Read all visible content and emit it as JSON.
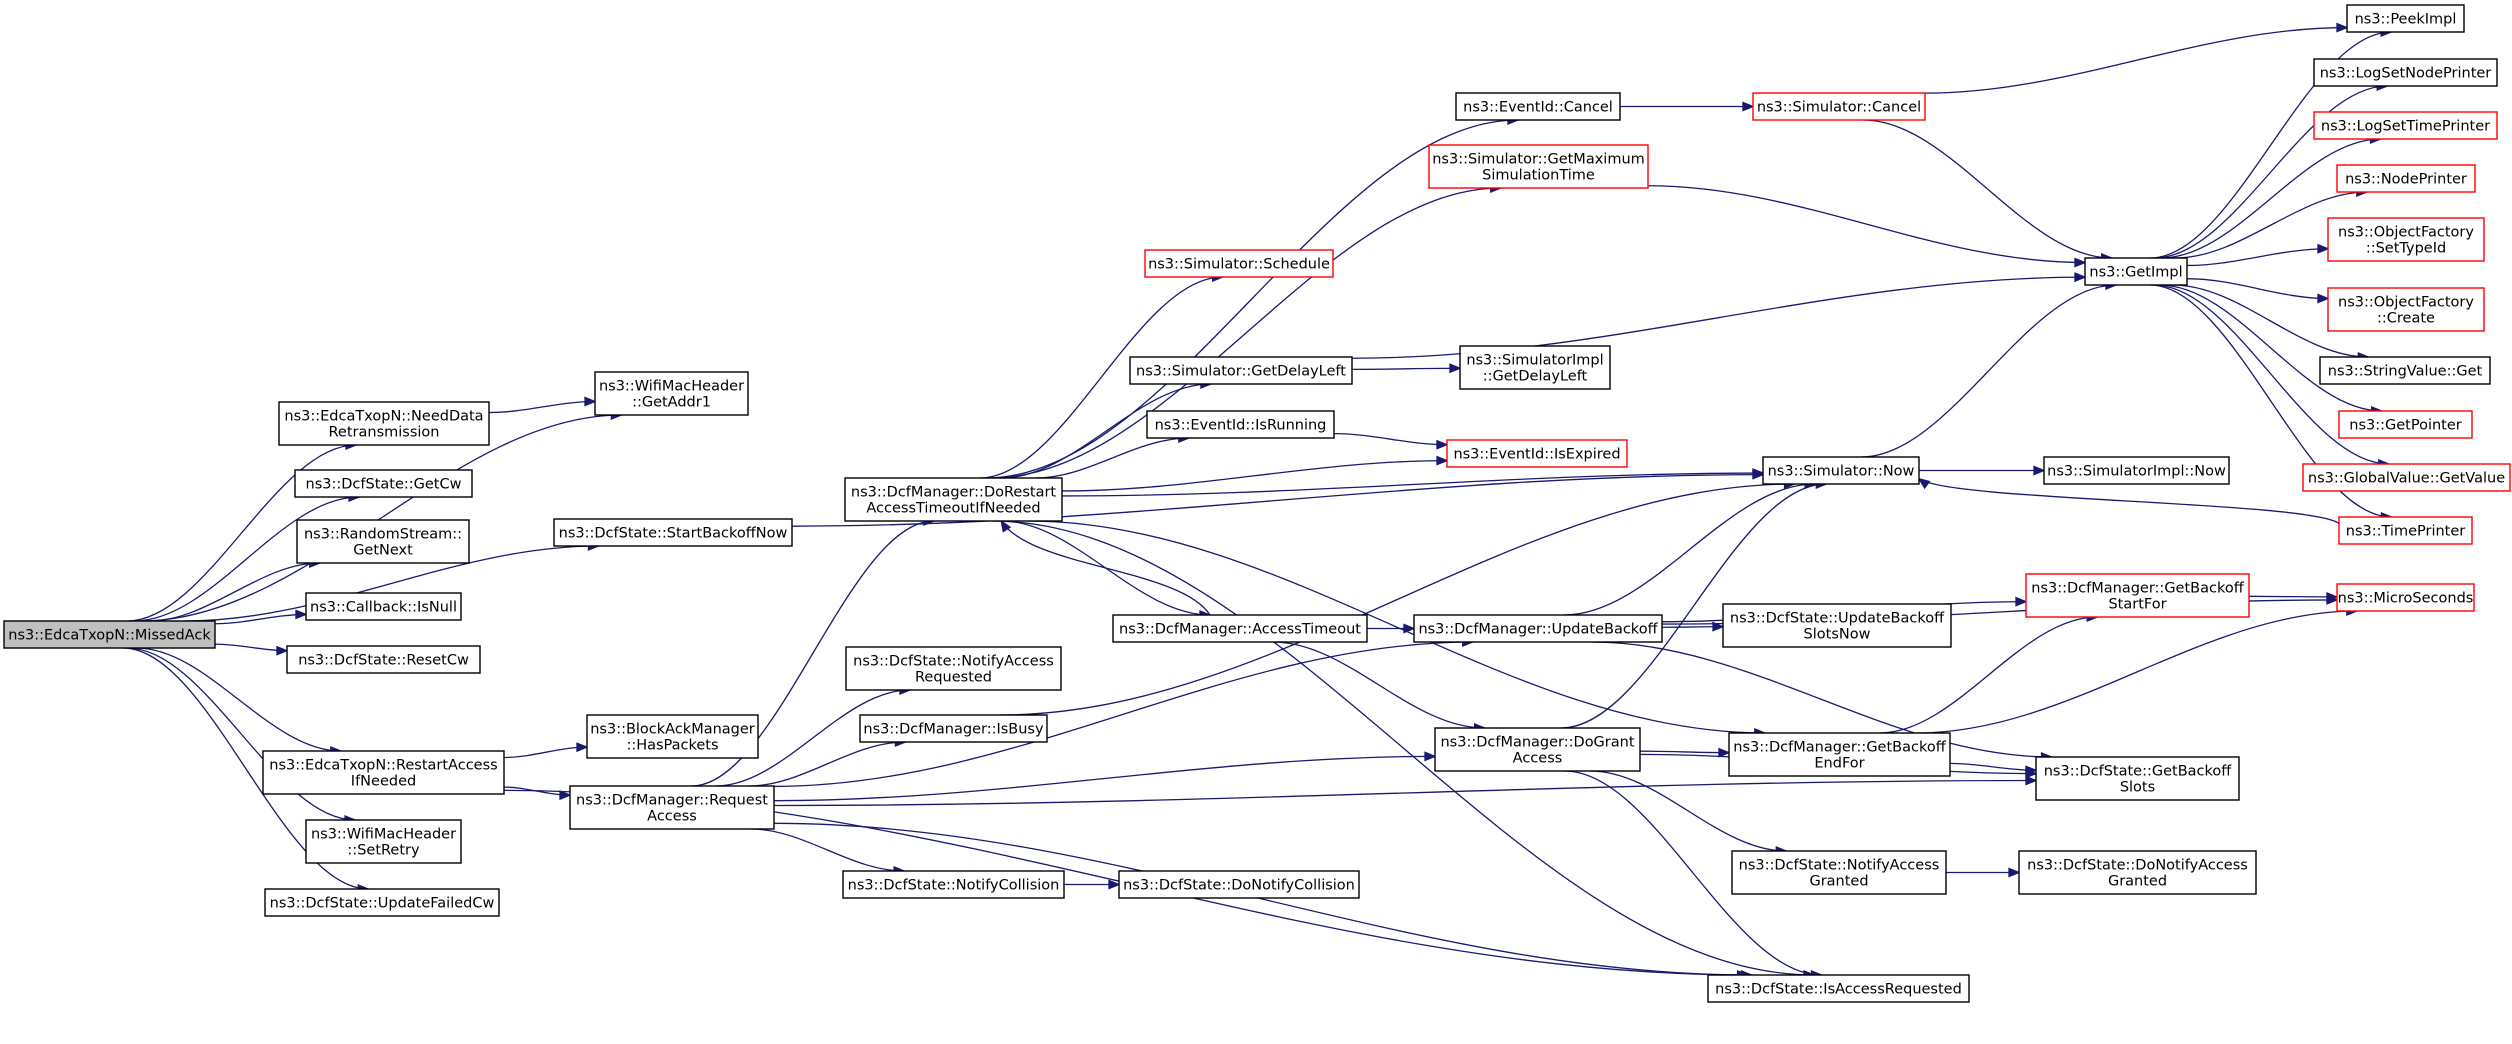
{
  "colors": {
    "edge": "#191970",
    "border_normal": "#000000",
    "border_truncated": "#ff0000",
    "focus_fill": "#bfbfbf",
    "fill": "#ffffff"
  },
  "nodes": [
    {
      "id": "missedack",
      "lines": [
        "ns3::EdcaTxopN::MissedAck"
      ],
      "style": "focus"
    },
    {
      "id": "needdataretx",
      "lines": [
        "ns3::EdcaTxopN::NeedData",
        "Retransmission"
      ],
      "style": "normal"
    },
    {
      "id": "wifiaddr1",
      "lines": [
        "ns3::WifiMacHeader",
        "::GetAddr1"
      ],
      "style": "normal"
    },
    {
      "id": "dcfgetcw",
      "lines": [
        "ns3::DcfState::GetCw"
      ],
      "style": "normal"
    },
    {
      "id": "randomnext",
      "lines": [
        "ns3::RandomStream::",
        "GetNext"
      ],
      "style": "normal"
    },
    {
      "id": "callbacknull",
      "lines": [
        "ns3::Callback::IsNull"
      ],
      "style": "normal"
    },
    {
      "id": "resetcw",
      "lines": [
        "ns3::DcfState::ResetCw"
      ],
      "style": "normal"
    },
    {
      "id": "restartaccess",
      "lines": [
        "ns3::EdcaTxopN::RestartAccess",
        "IfNeeded"
      ],
      "style": "normal"
    },
    {
      "id": "setretry",
      "lines": [
        "ns3::WifiMacHeader",
        "::SetRetry"
      ],
      "style": "normal"
    },
    {
      "id": "updatefailedcw",
      "lines": [
        "ns3::DcfState::UpdateFailedCw"
      ],
      "style": "normal"
    },
    {
      "id": "startbackoff",
      "lines": [
        "ns3::DcfState::StartBackoffNow"
      ],
      "style": "normal"
    },
    {
      "id": "bahaspackets",
      "lines": [
        "ns3::BlockAckManager",
        "::HasPackets"
      ],
      "style": "normal"
    },
    {
      "id": "requestaccess",
      "lines": [
        "ns3::DcfManager::Request",
        "Access"
      ],
      "style": "normal"
    },
    {
      "id": "dorestart",
      "lines": [
        "ns3::DcfManager::DoRestart",
        "AccessTimeoutIfNeeded"
      ],
      "style": "normal"
    },
    {
      "id": "notifyaccreq",
      "lines": [
        "ns3::DcfState::NotifyAccess",
        "Requested"
      ],
      "style": "normal"
    },
    {
      "id": "isbusy",
      "lines": [
        "ns3::DcfManager::IsBusy"
      ],
      "style": "normal"
    },
    {
      "id": "notifycoll",
      "lines": [
        "ns3::DcfState::NotifyCollision"
      ],
      "style": "normal"
    },
    {
      "id": "donotifycoll",
      "lines": [
        "ns3::DcfState::DoNotifyCollision"
      ],
      "style": "normal"
    },
    {
      "id": "eventcancel",
      "lines": [
        "ns3::EventId::Cancel"
      ],
      "style": "normal"
    },
    {
      "id": "simcancel",
      "lines": [
        "ns3::Simulator::Cancel"
      ],
      "style": "truncated"
    },
    {
      "id": "simmaxtime",
      "lines": [
        "ns3::Simulator::GetMaximum",
        "SimulationTime"
      ],
      "style": "truncated"
    },
    {
      "id": "simschedule",
      "lines": [
        "ns3::Simulator::Schedule"
      ],
      "style": "truncated"
    },
    {
      "id": "simdelayleft",
      "lines": [
        "ns3::Simulator::GetDelayLeft"
      ],
      "style": "normal"
    },
    {
      "id": "implgetdelay",
      "lines": [
        "ns3::SimulatorImpl",
        "::GetDelayLeft"
      ],
      "style": "normal"
    },
    {
      "id": "eventisrunning",
      "lines": [
        "ns3::EventId::IsRunning"
      ],
      "style": "normal"
    },
    {
      "id": "eventisexpired",
      "lines": [
        "ns3::EventId::IsExpired"
      ],
      "style": "truncated"
    },
    {
      "id": "simnow",
      "lines": [
        "ns3::Simulator::Now"
      ],
      "style": "normal"
    },
    {
      "id": "implnow",
      "lines": [
        "ns3::SimulatorImpl::Now"
      ],
      "style": "normal"
    },
    {
      "id": "accesstimeout",
      "lines": [
        "ns3::DcfManager::AccessTimeout"
      ],
      "style": "normal"
    },
    {
      "id": "updatebackoff",
      "lines": [
        "ns3::DcfManager::UpdateBackoff"
      ],
      "style": "normal"
    },
    {
      "id": "updbackoffslots",
      "lines": [
        "ns3::DcfState::UpdateBackoff",
        "SlotsNow"
      ],
      "style": "normal"
    },
    {
      "id": "dogrant",
      "lines": [
        "ns3::DcfManager::DoGrant",
        "Access"
      ],
      "style": "normal"
    },
    {
      "id": "backoffendfor",
      "lines": [
        "ns3::DcfManager::GetBackoff",
        "EndFor"
      ],
      "style": "normal"
    },
    {
      "id": "backoffstartfor",
      "lines": [
        "ns3::DcfManager::GetBackoff",
        "StartFor"
      ],
      "style": "truncated"
    },
    {
      "id": "getbackoffslots",
      "lines": [
        "ns3::DcfState::GetBackoff",
        "Slots"
      ],
      "style": "normal"
    },
    {
      "id": "notifyaccgranted",
      "lines": [
        "ns3::DcfState::NotifyAccess",
        "Granted"
      ],
      "style": "normal"
    },
    {
      "id": "donotifyaccgranted",
      "lines": [
        "ns3::DcfState::DoNotifyAccess",
        "Granted"
      ],
      "style": "normal"
    },
    {
      "id": "isaccreq",
      "lines": [
        "ns3::DcfState::IsAccessRequested"
      ],
      "style": "normal"
    },
    {
      "id": "getimpl",
      "lines": [
        "ns3::GetImpl"
      ],
      "style": "normal"
    },
    {
      "id": "peekimpl",
      "lines": [
        "ns3::PeekImpl"
      ],
      "style": "normal"
    },
    {
      "id": "lognodeprinter",
      "lines": [
        "ns3::LogSetNodePrinter"
      ],
      "style": "normal"
    },
    {
      "id": "logtimeprinter",
      "lines": [
        "ns3::LogSetTimePrinter"
      ],
      "style": "truncated"
    },
    {
      "id": "nodeprinter",
      "lines": [
        "ns3::NodePrinter"
      ],
      "style": "truncated"
    },
    {
      "id": "ofsettypeid",
      "lines": [
        "ns3::ObjectFactory",
        "::SetTypeId"
      ],
      "style": "truncated"
    },
    {
      "id": "ofcreate",
      "lines": [
        "ns3::ObjectFactory",
        "::Create"
      ],
      "style": "truncated"
    },
    {
      "id": "strvalget",
      "lines": [
        "ns3::StringValue::Get"
      ],
      "style": "normal"
    },
    {
      "id": "getpointer",
      "lines": [
        "ns3::GetPointer"
      ],
      "style": "truncated"
    },
    {
      "id": "globalvalget",
      "lines": [
        "ns3::GlobalValue::GetValue"
      ],
      "style": "truncated"
    },
    {
      "id": "timeprinter",
      "lines": [
        "ns3::TimePrinter"
      ],
      "style": "truncated"
    },
    {
      "id": "microseconds",
      "lines": [
        "ns3::MicroSeconds"
      ],
      "style": "truncated"
    }
  ],
  "edges": [
    [
      "missedack",
      "wifiaddr1"
    ],
    [
      "missedack",
      "needdataretx"
    ],
    [
      "missedack",
      "dcfgetcw"
    ],
    [
      "missedack",
      "randomnext"
    ],
    [
      "missedack",
      "callbacknull"
    ],
    [
      "missedack",
      "resetcw"
    ],
    [
      "missedack",
      "startbackoff"
    ],
    [
      "missedack",
      "restartaccess"
    ],
    [
      "missedack",
      "setretry"
    ],
    [
      "missedack",
      "updatefailedcw"
    ],
    [
      "needdataretx",
      "wifiaddr1"
    ],
    [
      "startbackoff",
      "simnow"
    ],
    [
      "restartaccess",
      "bahaspackets"
    ],
    [
      "restartaccess",
      "requestaccess"
    ],
    [
      "restartaccess",
      "isaccreq"
    ],
    [
      "requestaccess",
      "dorestart"
    ],
    [
      "requestaccess",
      "notifyaccreq"
    ],
    [
      "requestaccess",
      "isbusy"
    ],
    [
      "requestaccess",
      "updatebackoff"
    ],
    [
      "requestaccess",
      "dogrant"
    ],
    [
      "requestaccess",
      "notifycoll"
    ],
    [
      "requestaccess",
      "isaccreq"
    ],
    [
      "requestaccess",
      "getbackoffslots"
    ],
    [
      "isbusy",
      "simnow"
    ],
    [
      "notifycoll",
      "donotifycoll"
    ],
    [
      "dorestart",
      "eventcancel"
    ],
    [
      "dorestart",
      "simmaxtime"
    ],
    [
      "dorestart",
      "simschedule"
    ],
    [
      "dorestart",
      "simdelayleft"
    ],
    [
      "dorestart",
      "eventisrunning"
    ],
    [
      "dorestart",
      "eventisexpired"
    ],
    [
      "dorestart",
      "simnow"
    ],
    [
      "dorestart",
      "accesstimeout"
    ],
    [
      "dorestart",
      "backoffendfor"
    ],
    [
      "dorestart",
      "isaccreq"
    ],
    [
      "accesstimeout",
      "dorestart"
    ],
    [
      "accesstimeout",
      "updatebackoff"
    ],
    [
      "accesstimeout",
      "dogrant"
    ],
    [
      "eventcancel",
      "simcancel"
    ],
    [
      "simcancel",
      "peekimpl"
    ],
    [
      "simcancel",
      "getimpl"
    ],
    [
      "simmaxtime",
      "getimpl"
    ],
    [
      "simdelayleft",
      "implgetdelay"
    ],
    [
      "simdelayleft",
      "getimpl"
    ],
    [
      "eventisrunning",
      "eventisexpired"
    ],
    [
      "simnow",
      "getimpl"
    ],
    [
      "simnow",
      "implnow"
    ],
    [
      "updatebackoff",
      "simnow"
    ],
    [
      "updatebackoff",
      "updbackoffslots"
    ],
    [
      "updatebackoff",
      "backoffstartfor"
    ],
    [
      "updatebackoff",
      "microseconds"
    ],
    [
      "updatebackoff",
      "getbackoffslots"
    ],
    [
      "dogrant",
      "simnow"
    ],
    [
      "dogrant",
      "backoffendfor"
    ],
    [
      "dogrant",
      "getbackoffslots"
    ],
    [
      "dogrant",
      "notifyaccgranted"
    ],
    [
      "dogrant",
      "isaccreq"
    ],
    [
      "backoffendfor",
      "backoffstartfor"
    ],
    [
      "backoffendfor",
      "microseconds"
    ],
    [
      "backoffendfor",
      "getbackoffslots"
    ],
    [
      "backoffstartfor",
      "microseconds"
    ],
    [
      "notifyaccgranted",
      "donotifyaccgranted"
    ],
    [
      "getimpl",
      "peekimpl"
    ],
    [
      "getimpl",
      "lognodeprinter"
    ],
    [
      "getimpl",
      "logtimeprinter"
    ],
    [
      "getimpl",
      "nodeprinter"
    ],
    [
      "getimpl",
      "ofsettypeid"
    ],
    [
      "getimpl",
      "ofcreate"
    ],
    [
      "getimpl",
      "strvalget"
    ],
    [
      "getimpl",
      "getpointer"
    ],
    [
      "getimpl",
      "globalvalget"
    ],
    [
      "getimpl",
      "timeprinter"
    ],
    [
      "timeprinter",
      "simnow"
    ]
  ]
}
